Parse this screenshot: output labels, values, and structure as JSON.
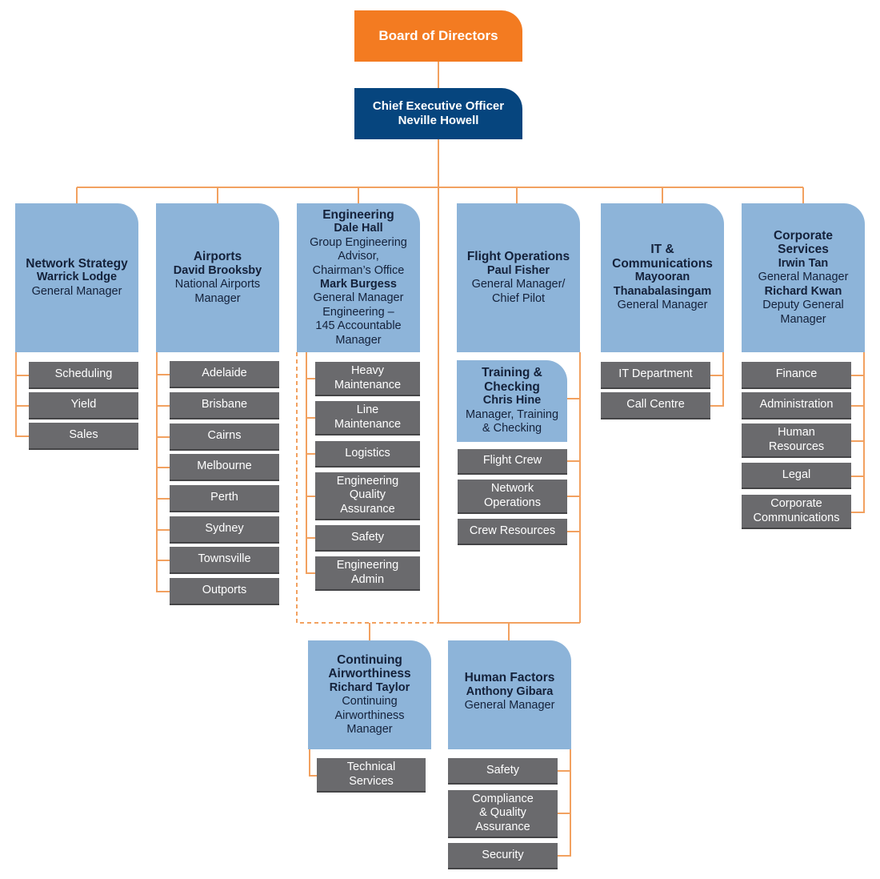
{
  "board": {
    "title": "Board of Directors"
  },
  "ceo": {
    "title": "Chief Executive Officer",
    "name": "Neville Howell"
  },
  "network_strategy": {
    "title": "Network Strategy",
    "name": "Warrick Lodge",
    "role": "General Manager",
    "items": [
      "Scheduling",
      "Yield",
      "Sales"
    ]
  },
  "airports": {
    "title": "Airports",
    "name": "David Brooksby",
    "role_1": "National Airports",
    "role_2": "Manager",
    "items": [
      "Adelaide",
      "Brisbane",
      "Cairns",
      "Melbourne",
      "Perth",
      "Sydney",
      "Townsville",
      "Outports"
    ]
  },
  "engineering": {
    "title": "Engineering",
    "name_1": "Dale Hall",
    "role_1a": "Group Engineering",
    "role_1b": "Advisor,",
    "role_1c": "Chairman’s Office",
    "name_2": "Mark Burgess",
    "role_2a": "General Manager",
    "role_2b": "Engineering –",
    "role_2c": "145 Accountable",
    "role_2d": "Manager",
    "items": [
      [
        "Heavy",
        "Maintenance"
      ],
      [
        "Line",
        "Maintenance"
      ],
      [
        "Logistics"
      ],
      [
        "Engineering",
        "Quality",
        "Assurance"
      ],
      [
        "Safety"
      ],
      [
        "Engineering",
        "Admin"
      ]
    ]
  },
  "flight_operations": {
    "title": "Flight Operations",
    "name": "Paul Fisher",
    "role_1": "General Manager/",
    "role_2": "Chief Pilot",
    "training": {
      "title_1": "Training &",
      "title_2": "Checking",
      "name": "Chris Hine",
      "role_1": "Manager, Training",
      "role_2": "& Checking"
    },
    "items": [
      [
        "Flight Crew"
      ],
      [
        "Network",
        "Operations"
      ],
      [
        "Crew Resources"
      ]
    ]
  },
  "it": {
    "title_1": "IT &",
    "title_2": "Communications",
    "name_1": "Mayooran",
    "name_2": "Thanabalasingam",
    "role": "General Manager",
    "items": [
      "IT Department",
      "Call Centre"
    ]
  },
  "corporate": {
    "title_1": "Corporate",
    "title_2": "Services",
    "name_1": "Irwin Tan",
    "role_1": "General Manager",
    "name_2": "Richard Kwan",
    "role_2a": "Deputy General",
    "role_2b": "Manager",
    "items": [
      [
        "Finance"
      ],
      [
        "Administration"
      ],
      [
        "Human",
        "Resources"
      ],
      [
        "Legal"
      ],
      [
        "Corporate",
        "Communications"
      ]
    ]
  },
  "continuing": {
    "title_1": "Continuing",
    "title_2": "Airworthiness",
    "name": "Richard Taylor",
    "role_1": "Continuing",
    "role_2": "Airworthiness",
    "role_3": "Manager",
    "items": [
      [
        "Technical",
        "Services"
      ]
    ]
  },
  "human_factors": {
    "title": "Human Factors",
    "name": "Anthony Gibara",
    "role": "General Manager",
    "items": [
      [
        "Safety"
      ],
      [
        "Compliance",
        "& Quality",
        "Assurance"
      ],
      [
        "Security"
      ]
    ]
  },
  "colors": {
    "orange": "#f37b21",
    "navy": "#06457e",
    "light_blue": "#8db4d9",
    "grey": "#6a6a6d",
    "connector": "#f2a160"
  }
}
